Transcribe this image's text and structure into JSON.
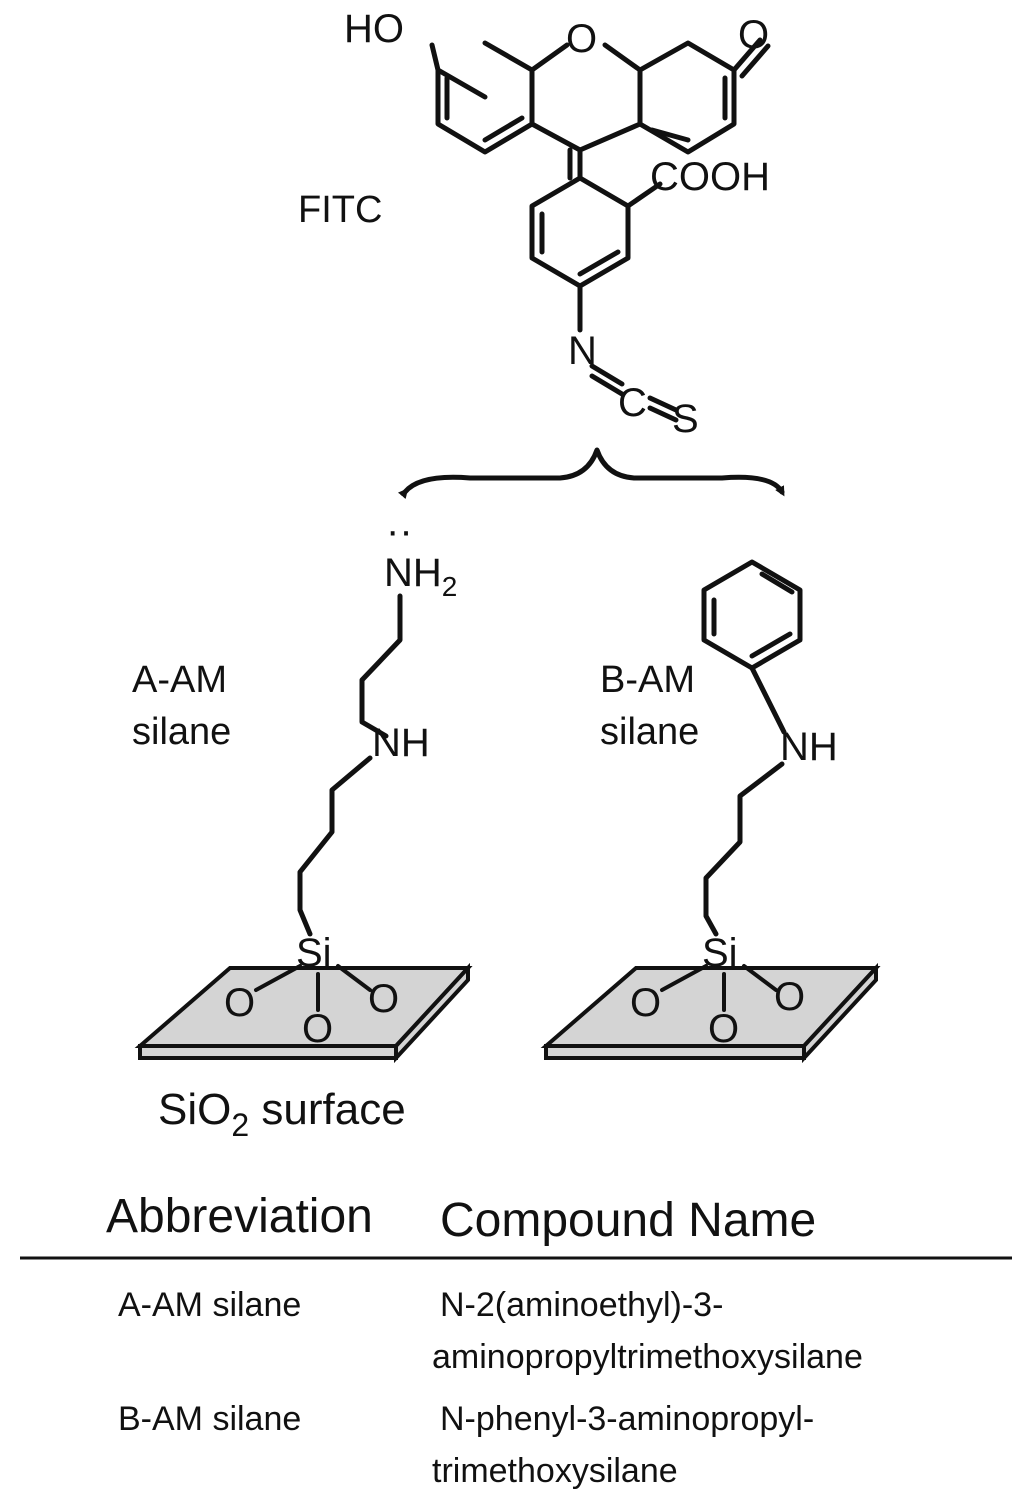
{
  "fitc": {
    "name": "FITC",
    "ho": "HO",
    "o_ring": "O",
    "o_keto": "O",
    "cooh": "COOH",
    "n": "N",
    "c": "C",
    "s": "S"
  },
  "a_am": {
    "label_line1": "A-AM",
    "label_line2": "silane",
    "lone_pair": "··",
    "nh2_main": "NH",
    "nh2_sub": "2",
    "nh": "NH",
    "si": "Si",
    "o1": "O",
    "o2": "O",
    "o3": "O"
  },
  "b_am": {
    "label_line1": "B-AM",
    "label_line2": "silane",
    "nh": "NH",
    "si": "Si",
    "o1": "O",
    "o2": "O",
    "o3": "O"
  },
  "surface": {
    "pre": "SiO",
    "sub": "2",
    "post": " surface",
    "color": "#d4d4d4"
  },
  "table": {
    "col_abbreviation": "Abbreviation",
    "col_compound": "Compound Name",
    "rows": [
      {
        "abbr": "A-AM silane",
        "name_line1": "N-2(aminoethyl)-3-",
        "name_line2": "aminopropyltrimethoxysilane"
      },
      {
        "abbr": "B-AM silane",
        "name_line1": "N-phenyl-3-aminopropyl-",
        "name_line2": "trimethoxysilane"
      }
    ]
  }
}
